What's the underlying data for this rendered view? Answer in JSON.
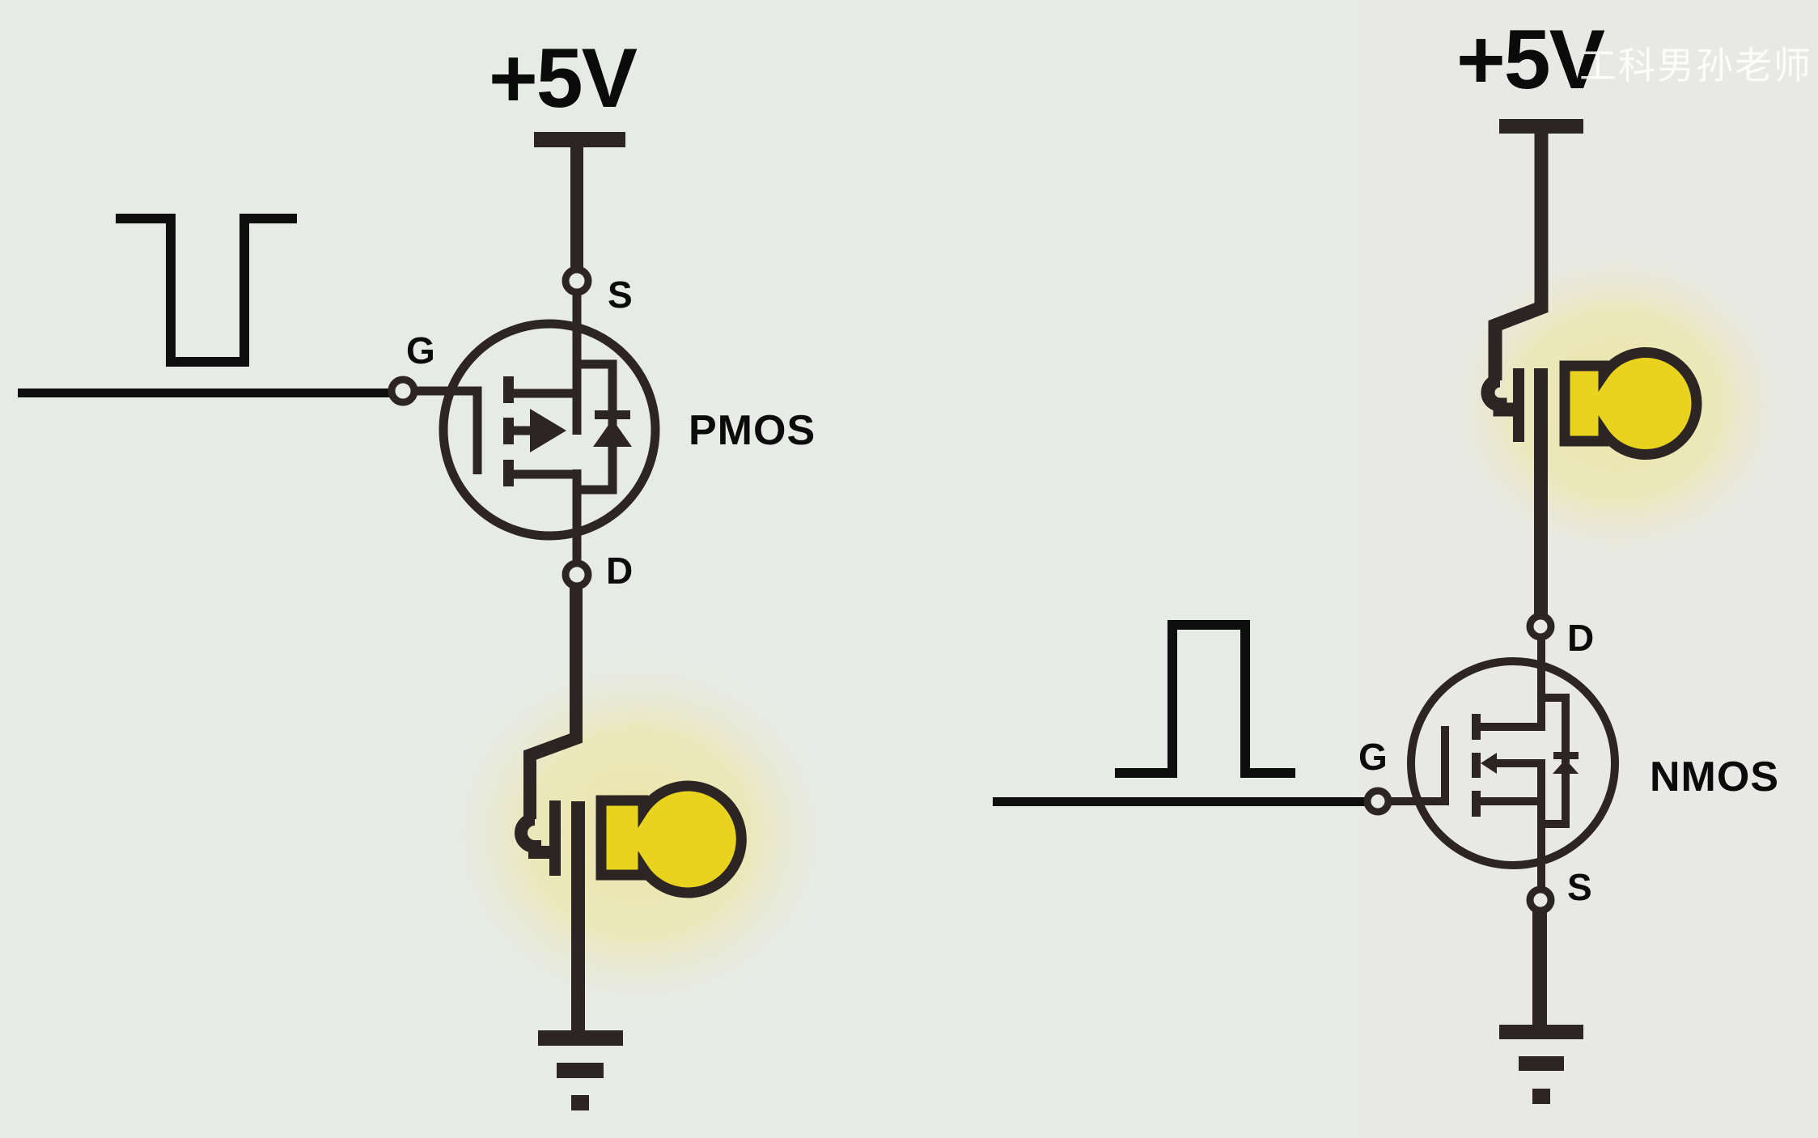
{
  "watermark": "工科男孙老师",
  "colors": {
    "background": "#e7ebe5",
    "wire": "#2d2523",
    "text": "#0b0b0b",
    "lamp_fill": "#e9d31f",
    "glow": "#ece6b4"
  },
  "pmos_circuit": {
    "supply_label": "+5V",
    "device_label": "PMOS",
    "terminals": {
      "gate": "G",
      "source": "S",
      "drain": "D"
    },
    "input_signal": "active-low pulse (high-low-high)",
    "load": "lamp (lit)",
    "ground": "ground-symbol"
  },
  "nmos_circuit": {
    "supply_label": "+5V",
    "device_label": "NMOS",
    "terminals": {
      "gate": "G",
      "drain": "D",
      "source": "S"
    },
    "input_signal": "active-high pulse (low-high-low)",
    "load": "lamp (lit)",
    "ground": "ground-symbol"
  }
}
